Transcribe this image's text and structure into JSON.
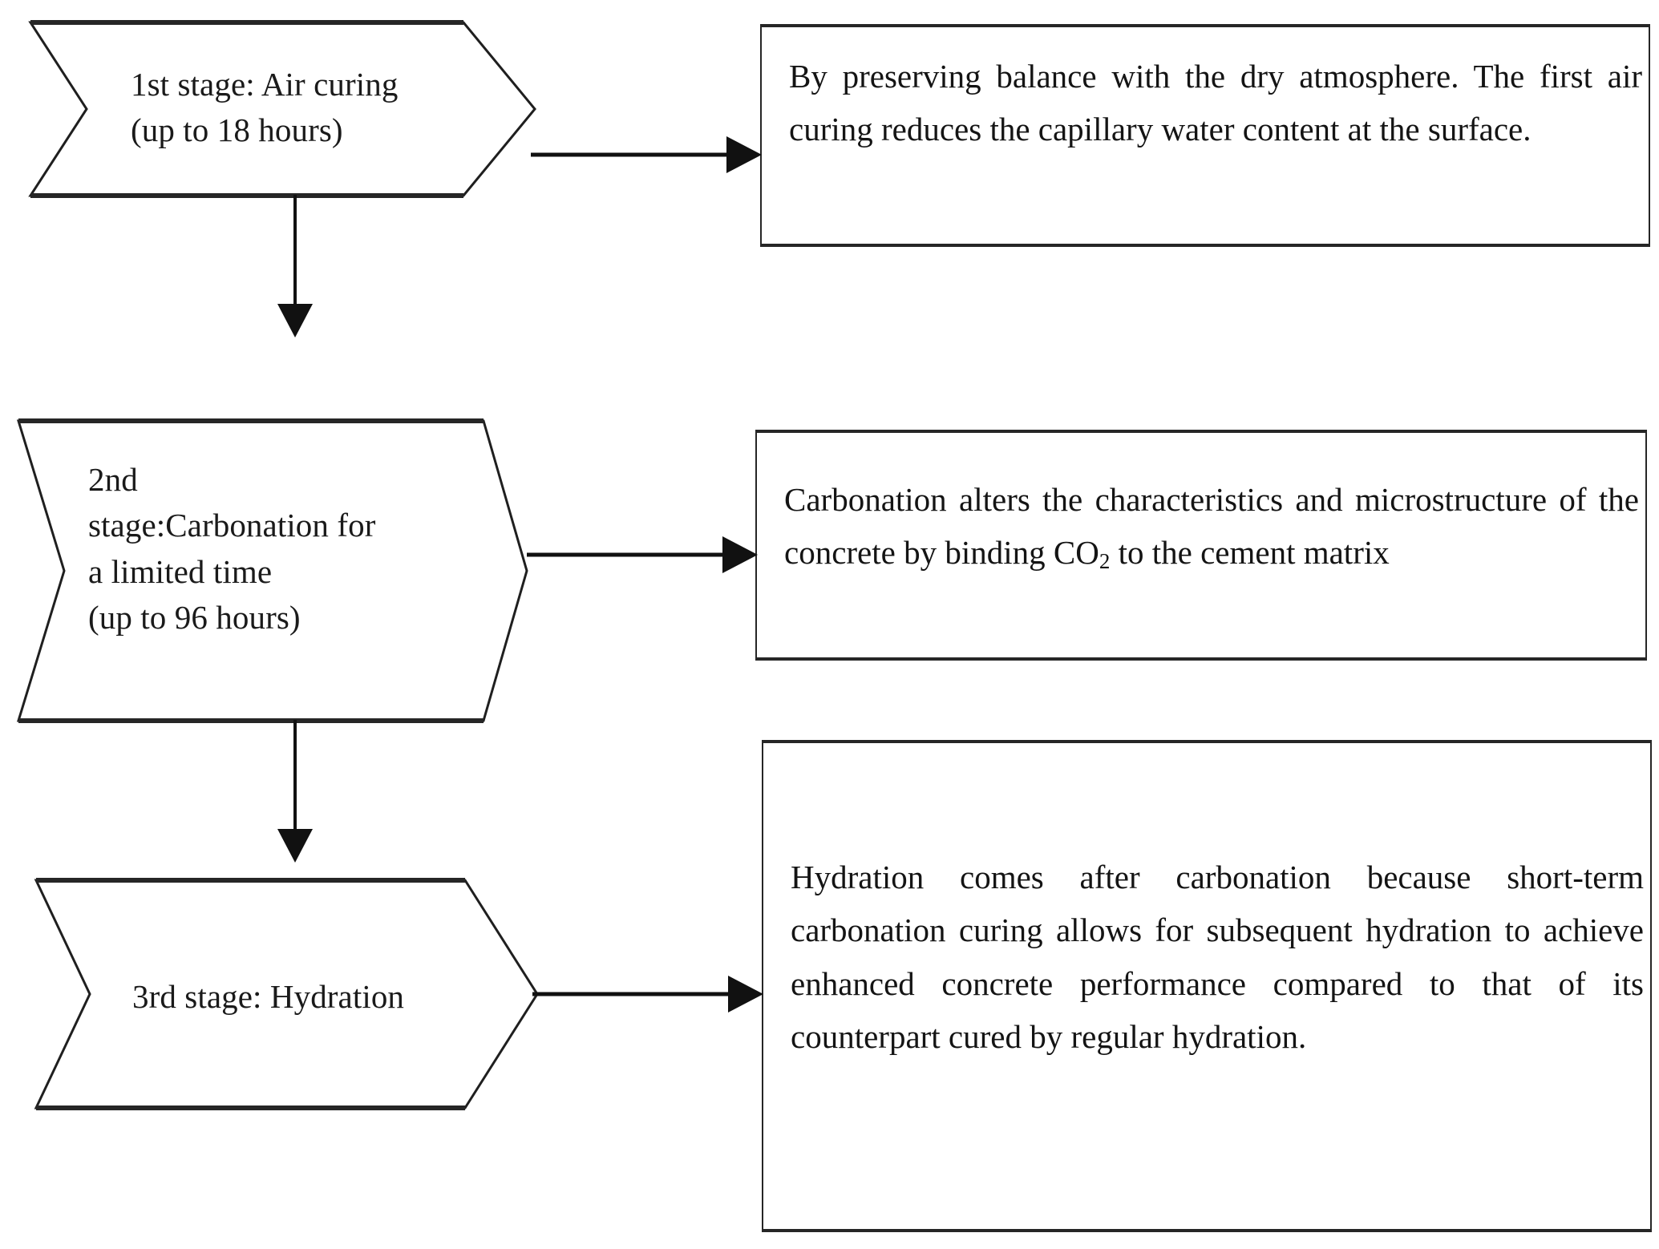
{
  "diagram": {
    "title": "Three-stage carbonation curing process flowchart",
    "line_color": "#1f1f1f",
    "text_color": "#141414",
    "background": "#ffffff",
    "stages": [
      {
        "id": "stage-1",
        "label": "1st stage: Air curing\n(up to 18 hours)",
        "description": "By preserving balance with the dry atmosphere. The first air curing reduces the capillary water content at the surface."
      },
      {
        "id": "stage-2",
        "label": "2nd\nstage:Carbonation for\na limited time\n(up to 96 hours)",
        "description_pre": "Carbonation alters the characteristics and microstructure of the concrete by binding CO",
        "description_sub": "2",
        "description_post": " to the cement matrix"
      },
      {
        "id": "stage-3",
        "label": "3rd stage: Hydration",
        "description": "Hydration comes after carbonation because short-term carbonation curing allows for subsequent hydration to achieve enhanced concrete performance compared to that of its counterpart cured by regular hydration."
      }
    ],
    "connectors": [
      {
        "id": "stage1-to-desc1",
        "kind": "horizontal-arrow"
      },
      {
        "id": "stage1-to-stage2",
        "kind": "vertical-arrow"
      },
      {
        "id": "stage2-to-desc2",
        "kind": "horizontal-arrow"
      },
      {
        "id": "stage2-to-stage3",
        "kind": "vertical-arrow"
      },
      {
        "id": "stage3-to-desc3",
        "kind": "horizontal-arrow"
      }
    ]
  }
}
